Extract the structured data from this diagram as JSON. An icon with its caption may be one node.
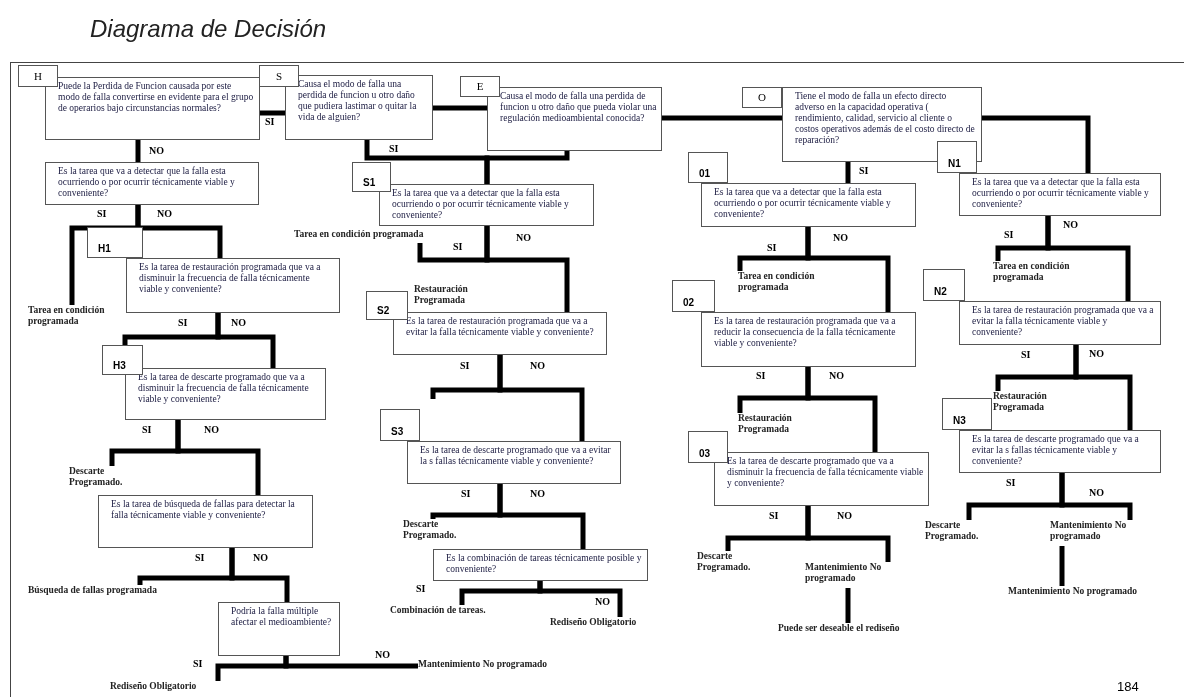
{
  "diagram": {
    "title": "Diagrama de Decisión",
    "nodes": [
      {
        "text": [
          "H"
        ]
      },
      {
        "text": [
          "Puede la Perdida de Funcion causada por este modo de falla convertirse en evidente para el grupo de operarios bajo circunstancias normales?"
        ]
      },
      {
        "text": [
          "S"
        ]
      },
      {
        "text": [
          "Causa el modo de falla una perdida de funcion u otro daño que pudiera lastimar o quitar la vida de alguien?"
        ]
      },
      {
        "text": [
          "E"
        ]
      },
      {
        "text": [
          "Causa el modo de falla una perdida de funcion u otro daño que pueda violar una regulación medioambiental conocida?"
        ]
      },
      {
        "text": [
          "O"
        ]
      },
      {
        "text": [
          "Tiene el modo de falla un efecto directo adverso en la capacidad operativa ( rendimiento, calidad, servicio al cliente o costos operativos además de el costo directo de reparación?"
        ]
      },
      {
        "text": [
          "Es la tarea que va a detectar que la falla esta ocurriendo o por ocurrir técnicamente viable y conveniente?"
        ]
      },
      {
        "text": [
          "H1"
        ]
      },
      {
        "text": [
          "Es la tarea de restauración programada que va a disminuir la frecuencia de falla técnicamente viable y conveniente?"
        ]
      },
      {
        "text": [
          "Tarea en condición programada"
        ]
      },
      {
        "text": [
          "H3"
        ]
      },
      {
        "text": [
          "Es la tarea de descarte programado que va a disminuir la frecuencia de falla técnicamente viable y conveniente?"
        ]
      },
      {
        "text": [
          "Descarte Programado."
        ]
      },
      {
        "text": [
          "Es la tarea de búsqueda de fallas para detectar la falla técnicamente viable y conveniente?"
        ]
      },
      {
        "text": [
          "Búsqueda de fallas programada"
        ]
      },
      {
        "text": [
          "Podría la falla múltiple afectar el medioambiente?"
        ]
      },
      {
        "text": [
          "Rediseño Obligatorio"
        ]
      },
      {
        "text": [
          "Mantenimiento No programado"
        ]
      },
      {
        "text": [
          "S1"
        ]
      },
      {
        "text": [
          "Es la tarea que va a detectar que la falla esta ocurriendo o por ocurrir técnicamente viable y conveniente?"
        ]
      },
      {
        "text": [
          "Tarea en condición programada"
        ]
      },
      {
        "text": [
          "S2"
        ]
      },
      {
        "text": [
          "Es la tarea de restauración programada que va a evitar la falla técnicamente viable y conveniente?"
        ]
      },
      {
        "text": [
          "S3"
        ]
      },
      {
        "text": [
          "Es la tarea de descarte programado que va a evitar la s fallas técnicamente viable y conveniente?"
        ]
      },
      {
        "text": [
          "Descarte Programado."
        ]
      },
      {
        "text": [
          "Es la combinación de tareas técnicamente posible y conveniente?"
        ]
      },
      {
        "text": [
          "Combinación de tareas."
        ]
      },
      {
        "text": [
          "Rediseño Obligatorio"
        ]
      },
      {
        "text": [
          "01"
        ]
      },
      {
        "text": [
          "Es la tarea que va a detectar que la falla esta ocurriendo o por ocurrir técnicamente viable y conveniente?"
        ]
      },
      {
        "text": [
          "N1"
        ]
      },
      {
        "text": [
          "Es la tarea que va a detectar que la falla esta ocurriendo o por ocurrir técnicamente viable y conveniente?"
        ]
      },
      {
        "text": [
          "Tarea en condición programada"
        ]
      },
      {
        "text": [
          "02"
        ]
      },
      {
        "text": [
          "Es la tarea de restauración programada que va a reducir la consecuencia de la falla técnicamente viable y conveniente?"
        ]
      },
      {
        "text": [
          "Restauración Programada"
        ]
      },
      {
        "text": [
          "03"
        ]
      },
      {
        "text": [
          "Es la tarea de descarte programado que va a disminuir la frecuencia de falla técnicamente viable y conveniente?"
        ]
      },
      {
        "text": [
          "Descarte Programado."
        ]
      },
      {
        "text": [
          "Mantenimiento No programado"
        ]
      },
      {
        "text": [
          "Puede ser deseable el rediseño"
        ]
      },
      {
        "text": [
          "Tarea en condición programada"
        ]
      },
      {
        "text": [
          "N2"
        ]
      },
      {
        "text": [
          "Es la tarea de restauración programada que va a evitar la falla técnicamente viable y conveniente?"
        ]
      },
      {
        "text": [
          "Restauración Programada"
        ]
      },
      {
        "text": [
          "N3"
        ]
      },
      {
        "text": [
          "Es la tarea de descarte programado que va a evitar la s fallas técnicamente viable y conveniente?"
        ]
      },
      {
        "text": [
          "Descarte Programado."
        ]
      },
      {
        "text": [
          "Mantenimiento No programado"
        ]
      },
      {
        "text": [
          "Mantenimiento No programado"
        ]
      }
    ],
    "edges": [
      {
        "from": 1,
        "to": 3,
        "arrow": "none",
        "label": "SI"
      },
      {
        "from": 3,
        "to": 5,
        "arrow": "none"
      },
      {
        "from": 5,
        "to": 7,
        "arrow": "none"
      },
      {
        "from": 1,
        "to": 8,
        "arrow": "none",
        "label": "NO"
      },
      {
        "from": 8,
        "to": 11,
        "arrow": "none",
        "label": "SI"
      },
      {
        "from": 8,
        "to": 10,
        "arrow": "none",
        "label": "NO"
      },
      {
        "from": 10,
        "to": 12,
        "arrow": "none",
        "label": "SI"
      },
      {
        "from": 10,
        "to": 13,
        "arrow": "none",
        "label": "NO"
      },
      {
        "from": 13,
        "to": 14,
        "arrow": "none",
        "label": "SI"
      },
      {
        "from": 13,
        "to": 15,
        "arrow": "none",
        "label": "NO"
      },
      {
        "from": 15,
        "to": 16,
        "arrow": "none",
        "label": "SI"
      },
      {
        "from": 15,
        "to": 17,
        "arrow": "none",
        "label": "NO"
      },
      {
        "from": 17,
        "to": 18,
        "arrow": "none",
        "label": "SI"
      },
      {
        "from": 17,
        "to": 19,
        "arrow": "none",
        "label": "NO"
      },
      {
        "from": 3,
        "to": 21,
        "arrow": "none",
        "label": "SI"
      },
      {
        "from": 5,
        "to": 21,
        "arrow": "none"
      },
      {
        "from": 21,
        "to": 22,
        "arrow": "none",
        "label": "SI"
      },
      {
        "from": 21,
        "to": 24,
        "arrow": "none",
        "label": "NO"
      },
      {
        "from": 24,
        "to": null,
        "arrow": "none",
        "label": "SI"
      },
      {
        "from": 24,
        "to": 26,
        "arrow": "none",
        "label": "NO"
      },
      {
        "from": 26,
        "to": 27,
        "arrow": "none",
        "label": "SI"
      },
      {
        "from": 26,
        "to": 28,
        "arrow": "none",
        "label": "NO"
      },
      {
        "from": 28,
        "to": 29,
        "arrow": "none",
        "label": "SI"
      },
      {
        "from": 28,
        "to": 30,
        "arrow": "none",
        "label": "NO"
      },
      {
        "from": 7,
        "to": 32,
        "arrow": "none",
        "label": "SI"
      },
      {
        "from": 7,
        "to": 34,
        "arrow": "none"
      },
      {
        "from": 32,
        "to": 35,
        "arrow": "none",
        "label": "SI"
      },
      {
        "from": 32,
        "to": 37,
        "arrow": "none",
        "label": "NO"
      },
      {
        "from": 37,
        "to": 38,
        "arrow": "none",
        "label": "SI"
      },
      {
        "from": 37,
        "to": 40,
        "arrow": "none",
        "label": "NO"
      },
      {
        "from": 40,
        "to": 41,
        "arrow": "none",
        "label": "SI"
      },
      {
        "from": 40,
        "to": 42,
        "arrow": "none",
        "label": "NO"
      },
      {
        "from": 42,
        "to": 43,
        "arrow": "none"
      },
      {
        "from": 34,
        "to": 44,
        "arrow": "none",
        "label": "SI"
      },
      {
        "from": 34,
        "to": 46,
        "arrow": "none",
        "label": "NO"
      },
      {
        "from": 46,
        "to": 47,
        "arrow": "none",
        "label": "SI"
      },
      {
        "from": 46,
        "to": 49,
        "arrow": "none",
        "label": "NO"
      },
      {
        "from": 49,
        "to": 50,
        "arrow": "none",
        "label": "SI"
      },
      {
        "from": 49,
        "to": 51,
        "arrow": "none",
        "label": "NO"
      },
      {
        "from": 51,
        "to": 52,
        "arrow": "none"
      }
    ],
    "labels": [
      "Restauración Programada",
      "184"
    ]
  }
}
